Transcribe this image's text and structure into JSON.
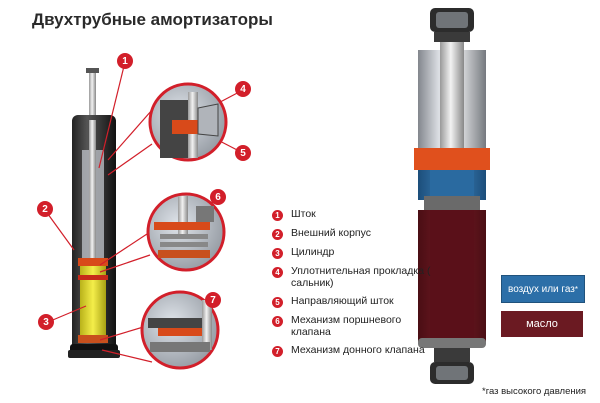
{
  "title": "Двухтрубные амортизаторы",
  "callouts": [
    "1",
    "2",
    "3",
    "4",
    "5",
    "6",
    "7"
  ],
  "legend": [
    {
      "num": "1",
      "text": "Шток"
    },
    {
      "num": "2",
      "text": "Внешний корпус"
    },
    {
      "num": "3",
      "text": "Цилиндр"
    },
    {
      "num": "4",
      "text": "Уплотнительная прокладка ( сальник)"
    },
    {
      "num": "5",
      "text": "Направляющий шток"
    },
    {
      "num": "6",
      "text": "Механизм поршневого клапана"
    },
    {
      "num": "7",
      "text": "Механизм донного клапана"
    }
  ],
  "key": {
    "gas_text": "воздух или газ",
    "gas_mark": "*",
    "oil": "масло"
  },
  "footnote": "*газ высокого давления",
  "colors": {
    "accent": "#d21f2a",
    "gas": "#2c6fa8",
    "oil": "#6b1a22",
    "yellow": "#e8e02a"
  }
}
